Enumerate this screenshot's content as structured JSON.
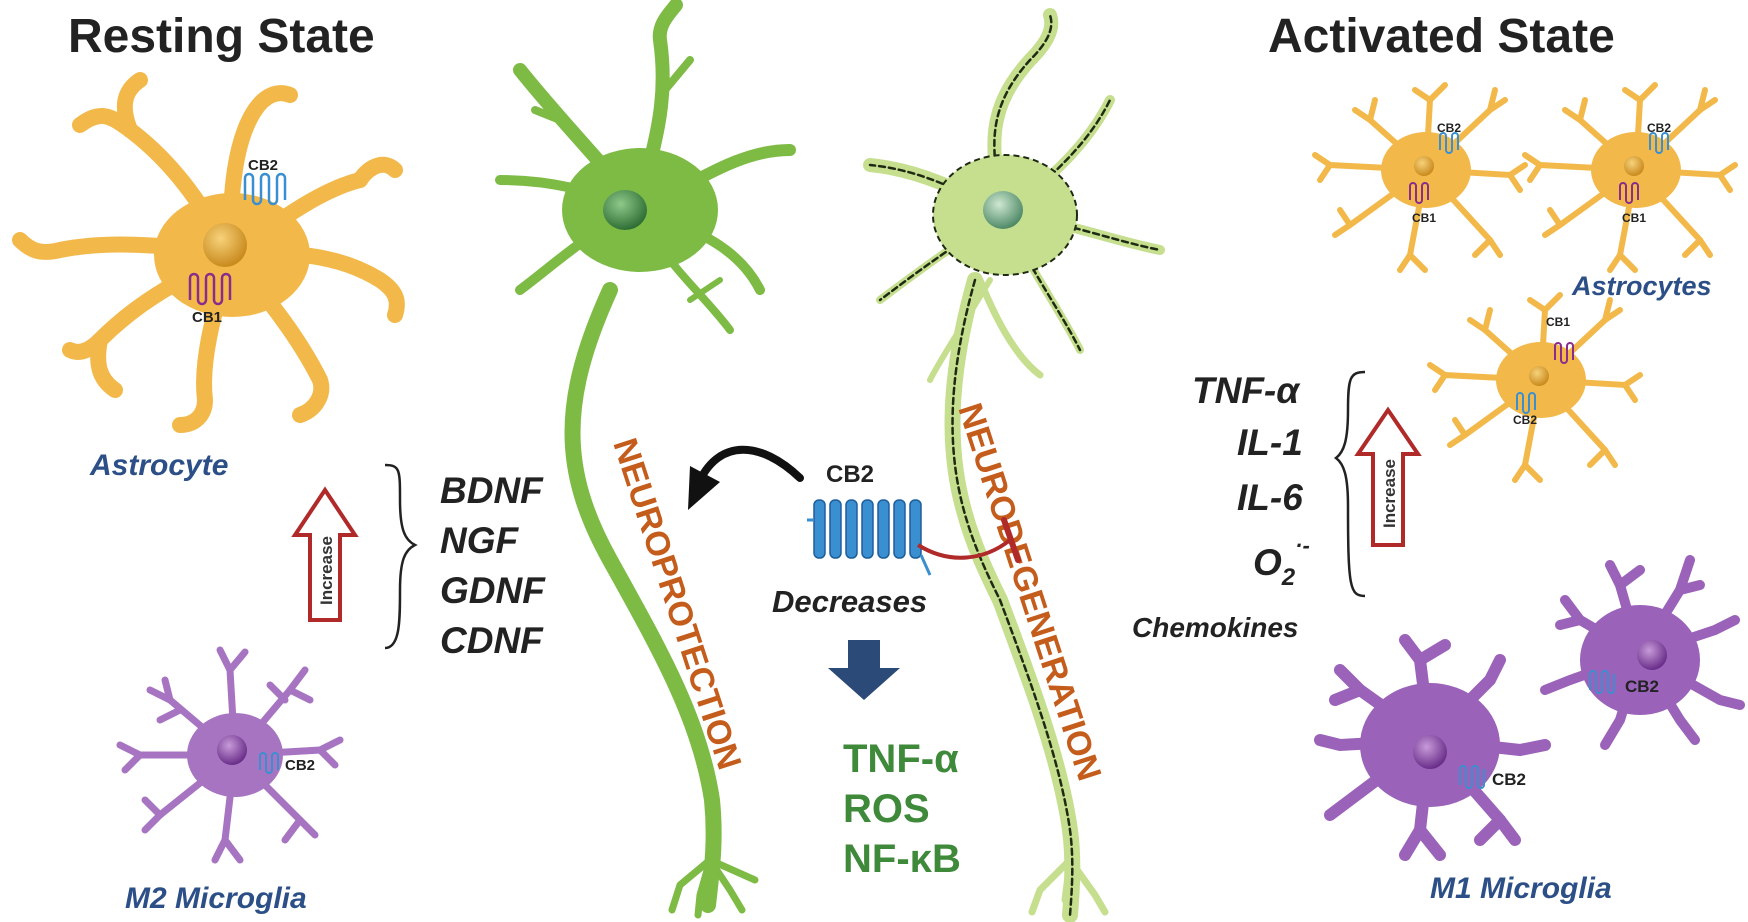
{
  "titles": {
    "resting": "Resting State",
    "activated": "Activated State"
  },
  "cell_labels": {
    "astrocyte": "Astrocyte",
    "m2_microglia": "M2 Microglia",
    "astrocytes": "Astrocytes",
    "m1_microglia": "M1 Microglia"
  },
  "receptors": {
    "cb1": "CB1",
    "cb2": "CB2"
  },
  "resting_factors": [
    "BDNF",
    "NGF",
    "GDNF",
    "CDNF"
  ],
  "increase_label": "Increase",
  "center": {
    "cb2_label": "CB2",
    "decreases_label": "Decreases",
    "decreased_items": [
      "TNF-α",
      "ROS",
      "NF-κB"
    ]
  },
  "axon_labels": {
    "neuroprotection": "NEUROPROTECTION",
    "neurodegeneration": "NEURODEGENERATION"
  },
  "activated_factors": {
    "tnf": "TNF-α",
    "il1": "IL-1",
    "il6": "IL-6",
    "o2_base": "O",
    "o2_sub": "2",
    "o2_sup": "·-",
    "chemokines": "Chemokines"
  },
  "colors": {
    "astrocyte": "#f2b94a",
    "astrocyte_outline": "#d99a2b",
    "microglia": "#9a62b8",
    "neuron_dark": "#7dbb45",
    "neuron_light": "#c5df8e",
    "label_blue": "#2b4f86",
    "text_orange": "#c45c1b",
    "green_text": "#3f8a3a",
    "arrow_red": "#b02a2a",
    "arrow_navy": "#2b4a78",
    "cb2_blue": "#3a8fd0",
    "cb1_purple": "#8a2c8c"
  }
}
